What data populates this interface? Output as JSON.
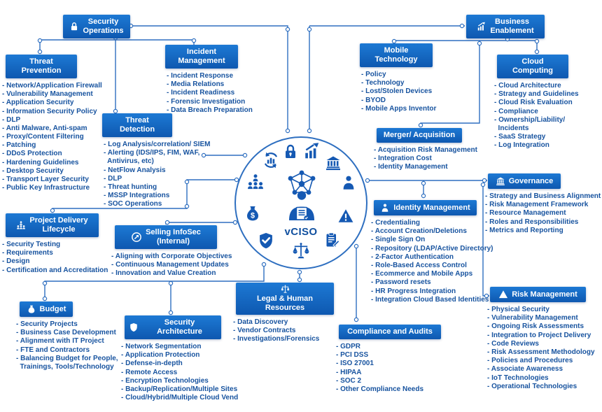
{
  "colors": {
    "box_blue_top": "#1d79d4",
    "box_blue_bottom": "#0e58b0",
    "text_blue": "#17539f",
    "line_blue": "#2e6fc0",
    "icon_blue": "#1559b3",
    "label_blue": "#11509f"
  },
  "center": {
    "label": "vCISO",
    "icons": [
      "chart-cycle",
      "lock",
      "trend-up",
      "bank",
      "org-chart",
      "person",
      "money-bag",
      "warning-triangle",
      "shield-check",
      "clipboard",
      "scales",
      "network",
      "person-document"
    ]
  },
  "icons": {
    "security_operations": "lock",
    "business_enablement": "trend-up",
    "project_delivery": "org-chart",
    "selling_infosec": "circular-arrow",
    "budget": "money-bag",
    "security_architecture": "shield-check",
    "legal_hr": "scales",
    "governance": "bank",
    "identity_management": "person",
    "risk_management": "warning-triangle"
  },
  "groups": {
    "security_operations": {
      "title": "Security\nOperations"
    },
    "threat_prevention": {
      "title": "Threat\nPrevention",
      "items": [
        "Network/Application Firewall",
        "Vulnerability Management",
        "Application Security",
        "Information Security Policy",
        "DLP",
        "Anti Malware, Anti-spam",
        "Proxy/Content Filtering",
        "Patching",
        "DDoS Protection",
        "Hardening Guidelines",
        "Desktop Security",
        "Transport Layer Security",
        "Public Key Infrastructure"
      ]
    },
    "incident_management": {
      "title": "Incident\nManagement",
      "items": [
        "Incident Response",
        "Media Relations",
        "Incident Readiness",
        "Forensic Investigation",
        "Data Breach Preparation"
      ]
    },
    "threat_detection": {
      "title": "Threat\nDetection",
      "items": [
        "Log Analysis/correlation/ SIEM",
        "Alerting (IDS/IPS, FIM, WAF,\n  Antivirus, etc)",
        "NetFlow Analysis",
        "DLP",
        "Threat hunting",
        "MSSP Integrations",
        "SOC Operations"
      ]
    },
    "project_delivery": {
      "title": "Project Delivery\nLifecycle",
      "items": [
        "Security Testing",
        "Requirements",
        "Design",
        "Certification and Accreditation"
      ]
    },
    "selling_infosec": {
      "title": "Selling InfoSec\n(Internal)",
      "items": [
        "Aligning with Corporate Objectives",
        "Continuous Management Updates",
        "Innovation and Value Creation"
      ]
    },
    "budget": {
      "title": "Budget",
      "items": [
        "Security Projects",
        "Business Case Development",
        "Alignment with IT Project",
        "FTE and Contractors",
        "Balancing Budget for People,\n  Trainings, Tools/Technology"
      ]
    },
    "security_architecture": {
      "title": "Security Architecture",
      "items": [
        "Network Segmentation",
        "Application Protection",
        "Defense-in-depth",
        "Remote Access",
        "Encryption Technologies",
        "Backup/Replication/Multiple Sites",
        "Cloud/Hybrid/Multiple Cloud Vend"
      ]
    },
    "legal_hr": {
      "title": "Legal & Human Resources",
      "items": [
        "Data Discovery",
        "Vendor Contracts",
        "Investigations/Forensics"
      ]
    },
    "business_enablement": {
      "title": "Business\nEnablement"
    },
    "mobile_technology": {
      "title": "Mobile\nTechnology",
      "items": [
        "Policy",
        "Technology",
        "Lost/Stolen Devices",
        "BYOD",
        "Mobile Apps Inventor"
      ]
    },
    "cloud_computing": {
      "title": "Cloud\nComputing",
      "items": [
        "Cloud Architecture",
        "Strategy and Guidelines",
        "Cloud Risk Evaluation",
        "Compliance",
        "Ownership/Liability/\n  Incidents",
        "SaaS Strategy",
        "Log Integration"
      ]
    },
    "merger_acquisition": {
      "title": "Merger/ Acquisition",
      "items": [
        "Acquisition Risk Management",
        "Integration Cost",
        "Identity Management"
      ]
    },
    "governance": {
      "title": "Governance",
      "items": [
        "Strategy and Business Alignment",
        "Risk Management Framework",
        "Resource Management",
        "Roles and Responsibilities",
        "Metrics and Reporting"
      ]
    },
    "identity_management": {
      "title": "Identity Management",
      "items": [
        "Credentialing",
        "Account Creation/Deletions",
        "Single Sign On",
        "Repository (LDAP/Active Directory)",
        "2-Factor Authentication",
        "Role-Based Access Control",
        "Ecommerce and Mobile Apps",
        "Password resets",
        "HR Progress Integration",
        "Integration Cloud Based Identities"
      ]
    },
    "risk_management": {
      "title": "Risk Management",
      "items": [
        "Physical Security",
        "Vulnerability Management",
        "Ongoing Risk Assessments",
        "Integration to Project Delivery",
        "Code Reviews",
        "Risk Assessment Methodology",
        "Policies and Procedures",
        "Associate Awareness",
        "IoT Technologies",
        "Operational Technologies"
      ]
    },
    "compliance_audits": {
      "title": "Compliance and Audits",
      "items": [
        "GDPR",
        "PCI DSS",
        "ISO 27001",
        "HIPAA",
        "SOC 2",
        "Other Compliance Needs"
      ]
    }
  }
}
